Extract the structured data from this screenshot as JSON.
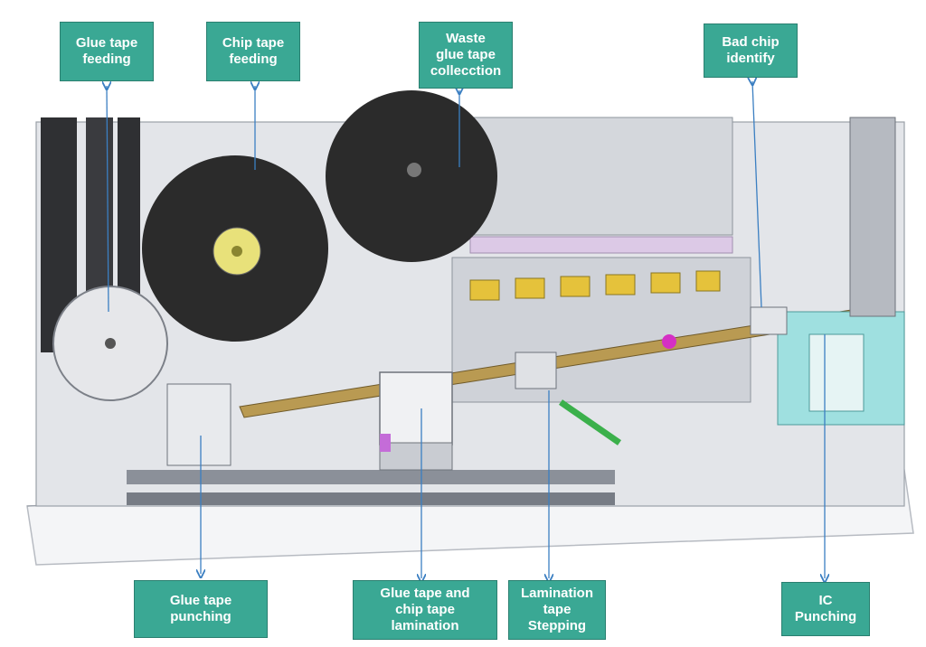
{
  "callouts": {
    "glue_tape_feeding": "Glue tape\nfeeding",
    "chip_tape_feeding": "Chip tape\nfeeding",
    "waste_glue_tape_collection": "Waste\nglue tape\ncollecction",
    "bad_chip_identify": "Bad chip\nidentify",
    "glue_tape_punching": "Glue tape\npunching",
    "lamination": "Glue tape and\nchip tape\nlamination",
    "lamination_tape_stepping": "Lamination\ntape\nStepping",
    "ic_punching": "IC\nPunching"
  },
  "colors": {
    "callout_fill": "#3aa894",
    "callout_text": "#ffffff",
    "leader_line": "#3b7fc2",
    "machine_frame": "#c9ccd2",
    "reel": "#2b2b2b",
    "accent_yellow": "#e5c23b",
    "accent_teal": "#7fd8d8",
    "accent_purple": "#c46cd8"
  }
}
